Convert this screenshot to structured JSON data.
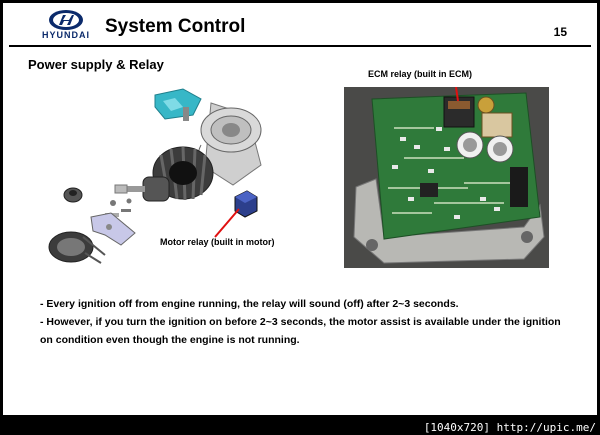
{
  "header": {
    "brand": "HYUNDAI",
    "title": "System Control",
    "page_number": "15"
  },
  "section_title": "Power supply & Relay",
  "labels": {
    "ecm_relay": "ECM relay (built in ECM)",
    "motor_relay": "Motor relay (built in motor)"
  },
  "bullets": [
    "- Every ignition off from engine running, the relay will sound (off) after 2~3 seconds.",
    "- However, if you turn the ignition on before 2~3 seconds, the motor assist is available under the ignition on condition even though the engine is not running."
  ],
  "footer": "[1040x720] http://upic.me/",
  "colors": {
    "brand_blue": "#0b2a6b",
    "pcb_green": "#2f7a3a",
    "pointer_red": "#e01010"
  }
}
